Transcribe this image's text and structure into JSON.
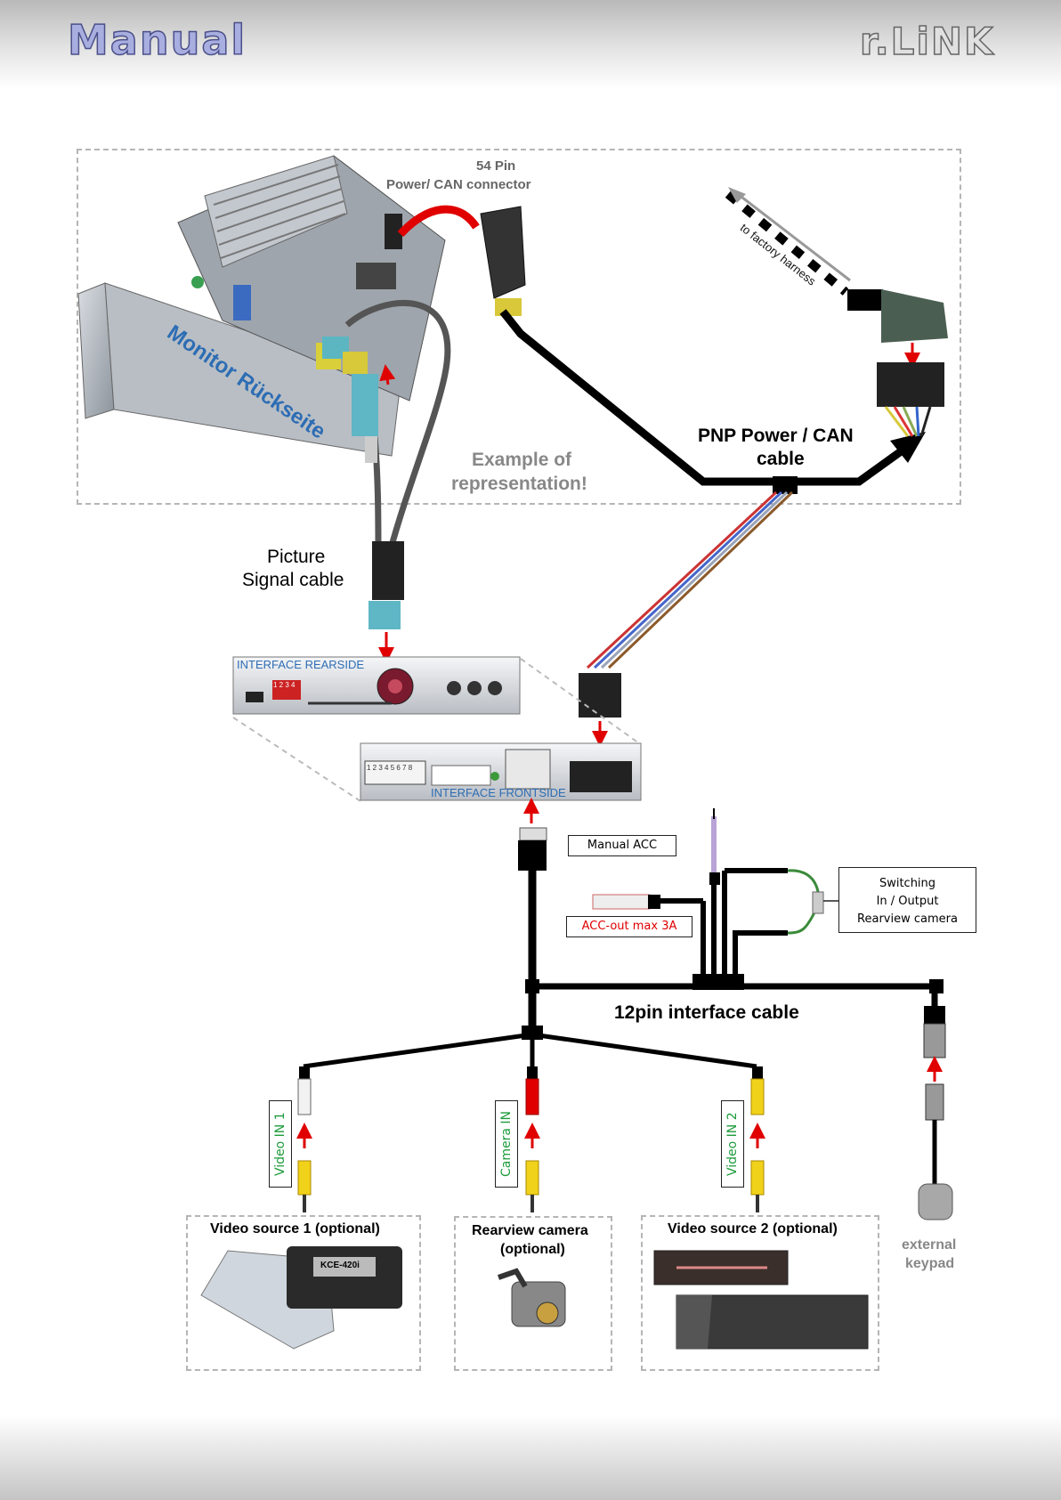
{
  "header": {
    "title": "Manual",
    "brand": "r.LiNK"
  },
  "labels": {
    "pin54_line1": "54 Pin",
    "pin54_line2": "Power/ CAN connector",
    "factory_harness": "to factory harness",
    "monitor_back": "Monitor Rückseite",
    "example_line1": "Example of",
    "example_line2": "representation!",
    "pnp_line1": "PNP Power / CAN",
    "pnp_line2": "cable",
    "picture_line1": "Picture",
    "picture_line2": "Signal cable",
    "interface_rear": "INTERFACE  REARSIDE",
    "interface_front": "INTERFACE  FRONTSIDE",
    "dip_rear": "1 2 3 4",
    "dip_front": "1 2 3 4 5 6 7 8",
    "manual_acc": "Manual ACC",
    "acc_out": "ACC-out max 3A",
    "switching_line1": "Switching",
    "switching_line2": "In / Output",
    "switching_line3": "Rearview camera",
    "cable_12pin": "12pin interface cable",
    "video_in1": "Video IN 1",
    "camera_in": "Camera IN",
    "video_in2": "Video IN 2",
    "src1": "Video source 1 (optional)",
    "rear_cam_line1": "Rearview camera",
    "rear_cam_line2": "(optional)",
    "src2": "Video source 2 (optional)",
    "keypad_line1": "external",
    "keypad_line2": "keypad",
    "kce_model": "KCE-420i"
  },
  "colors": {
    "arrow": "#e00000",
    "label_green": "#1c9b3a",
    "label_blue": "#2d6db4",
    "acc_red": "#e00000"
  }
}
